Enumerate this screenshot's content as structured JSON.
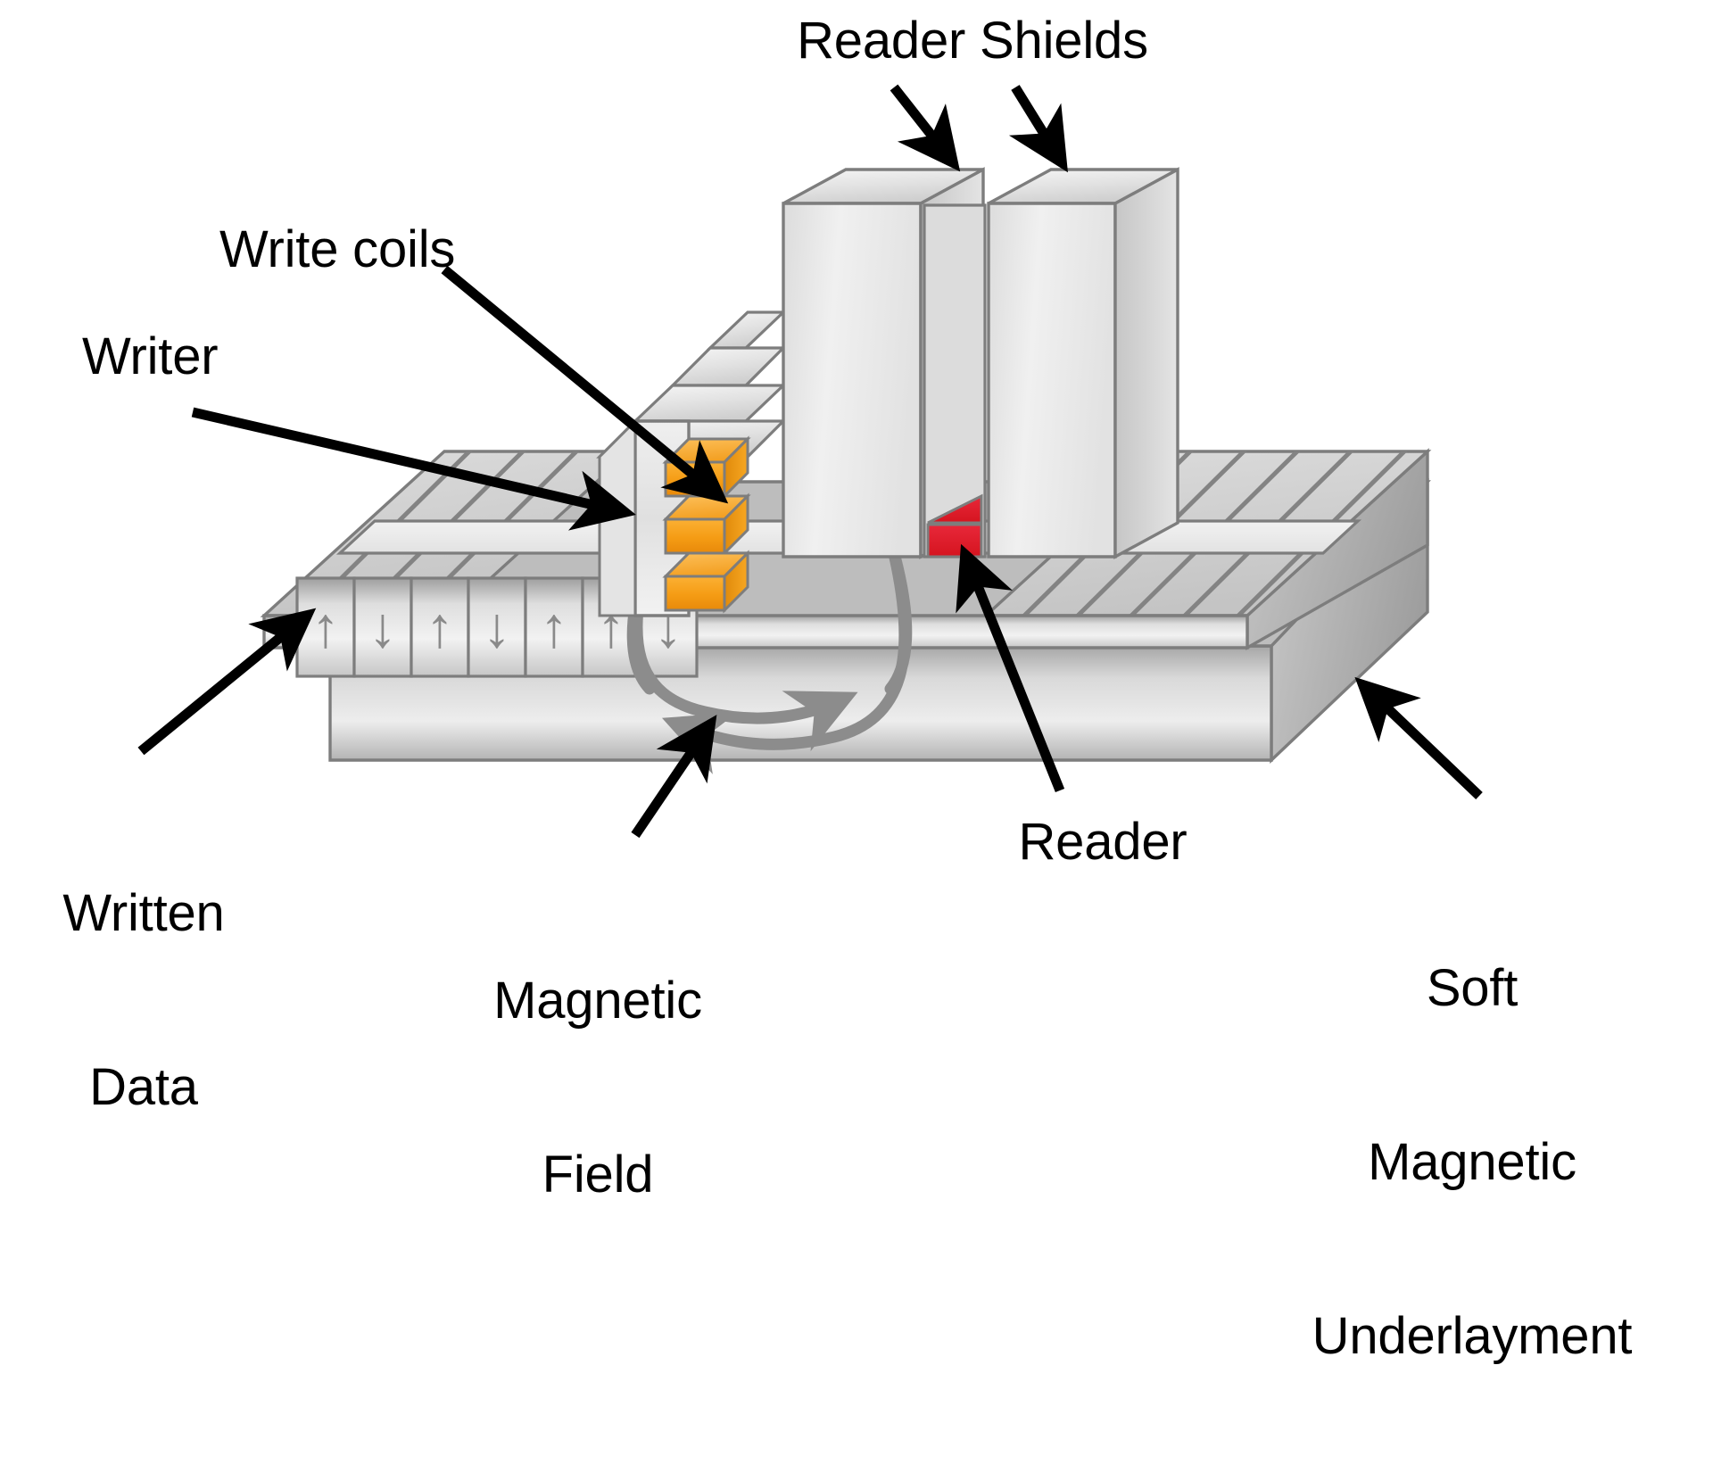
{
  "figure": {
    "type": "technical-diagram",
    "subject": "Perpendicular magnetic recording head and media cross-section",
    "background_color": "#ffffff"
  },
  "labels": {
    "reader_shields": "Reader Shields",
    "write_coils": "Write coils",
    "writer": "Writer",
    "written_data": "Written\nData",
    "magnetic_field": "Magnetic\nField",
    "reader": "Reader",
    "soft_magnetic_underlayment": "Soft\nMagnetic\nUnderlayment"
  },
  "label_lines": {
    "written_data_l1": "Written",
    "written_data_l2": "Data",
    "magnetic_field_l1": "Magnetic",
    "magnetic_field_l2": "Field",
    "sul_l1": "Soft",
    "sul_l2": "Magnetic",
    "sul_l3": "Underlayment"
  },
  "media": {
    "bit_arrows": [
      "up",
      "down",
      "up",
      "down",
      "up",
      "up",
      "down"
    ],
    "bit_arrow_glyphs": [
      "↑",
      "↓",
      "↑",
      "↓",
      "↑",
      "↑",
      "↓"
    ],
    "bit_count": 7,
    "track_hatch_count_left": 6,
    "track_hatch_count_right": 5
  },
  "components": {
    "write_coil_bar_count": 3,
    "reader_shield_count": 2,
    "field_loop_count": 2
  },
  "colors": {
    "coil_orange": "#F5A01E",
    "coil_orange_dark": "#E08A0B",
    "reader_red": "#E2212F",
    "reader_red_dark": "#C8151F",
    "outline_gray": "#808080",
    "metal_light": "#F2F2F2",
    "metal_mid": "#D4D4D4",
    "metal_dark": "#A8A8A8",
    "field_line_gray": "#8C8C8C",
    "arrow_black": "#000000",
    "bit_arrow_gray": "#8A8A8A",
    "text_black": "#000000"
  }
}
